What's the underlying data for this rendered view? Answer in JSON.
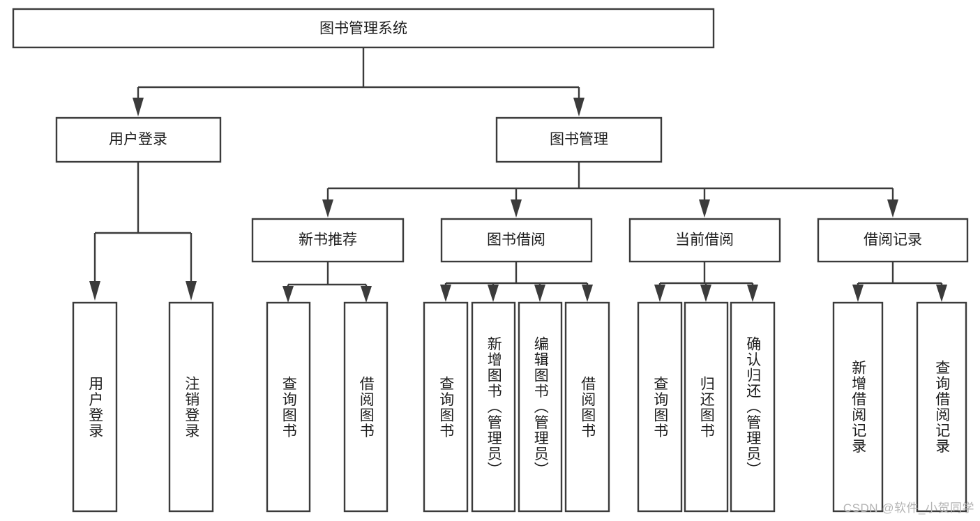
{
  "diagram": {
    "type": "tree",
    "title": "图书管理系统",
    "watermark": "CSDN @软件_小贺同学",
    "colors": {
      "box_stroke": "#3b3b3b",
      "box_fill": "#ffffff",
      "text": "#1d1d1d",
      "watermark": "#b4b4b4",
      "background": "#ffffff"
    },
    "root": {
      "label": "图书管理系统",
      "level": 0
    },
    "level2": [
      {
        "label": "用户登录"
      },
      {
        "label": "图书管理"
      }
    ],
    "level3": [
      {
        "label": "新书推荐"
      },
      {
        "label": "图书借阅"
      },
      {
        "label": "当前借阅"
      },
      {
        "label": "借阅记录"
      }
    ],
    "leaves": {
      "user_login": [
        {
          "label": "用户登录"
        },
        {
          "label": "注销登录"
        }
      ],
      "new_book_recommend": [
        {
          "label": "查询图书"
        },
        {
          "label": "借阅图书"
        }
      ],
      "book_borrow": [
        {
          "label": "查询图书"
        },
        {
          "label": "新增图书（管理员）"
        },
        {
          "label": "编辑图书（管理员）"
        },
        {
          "label": "借阅图书"
        }
      ],
      "current_borrow": [
        {
          "label": "查询图书"
        },
        {
          "label": "归还图书"
        },
        {
          "label": "确认归还（管理员）"
        }
      ],
      "borrow_record": [
        {
          "label": "新增借阅记录"
        },
        {
          "label": "查询借阅记录"
        }
      ]
    }
  }
}
